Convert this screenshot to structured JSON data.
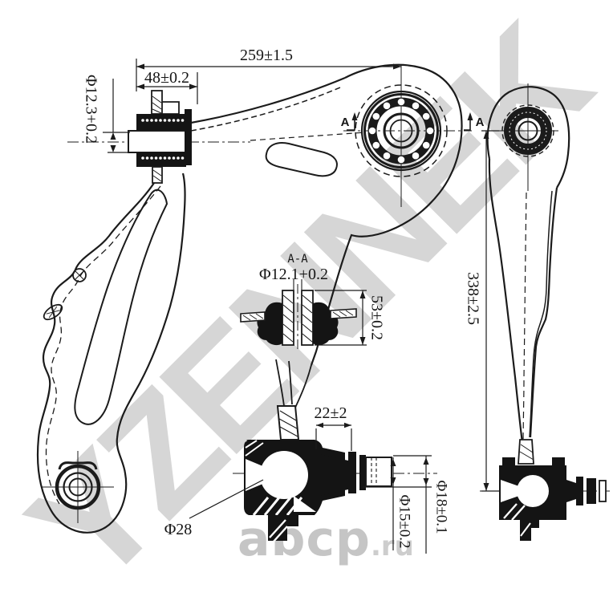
{
  "watermark": {
    "brand": "YZENNEK",
    "site_name": "abcp",
    "site_tld": ".ru"
  },
  "labels": {
    "overall_length": "259±1.5",
    "front_bushing_width": "48±0.2",
    "front_bushing_bore": "Φ12.3+0.2",
    "section_title": "A-A",
    "section_bore": "Φ12.1+0.2",
    "section_height": "53±0.2",
    "side_view_length": "338±2.5",
    "stud_length": "22±2",
    "ball_diameter": "Φ28",
    "stud_diameter_small": "Φ15±0.2",
    "stud_diameter_large": "Φ18±0.1",
    "section_marker_left": "A",
    "section_marker_right": "A"
  },
  "colors": {
    "line": "#1b1b1b",
    "fill": "#141414",
    "watermark_brand": "#d6d6d6",
    "watermark_site": "#c5c5c5"
  }
}
